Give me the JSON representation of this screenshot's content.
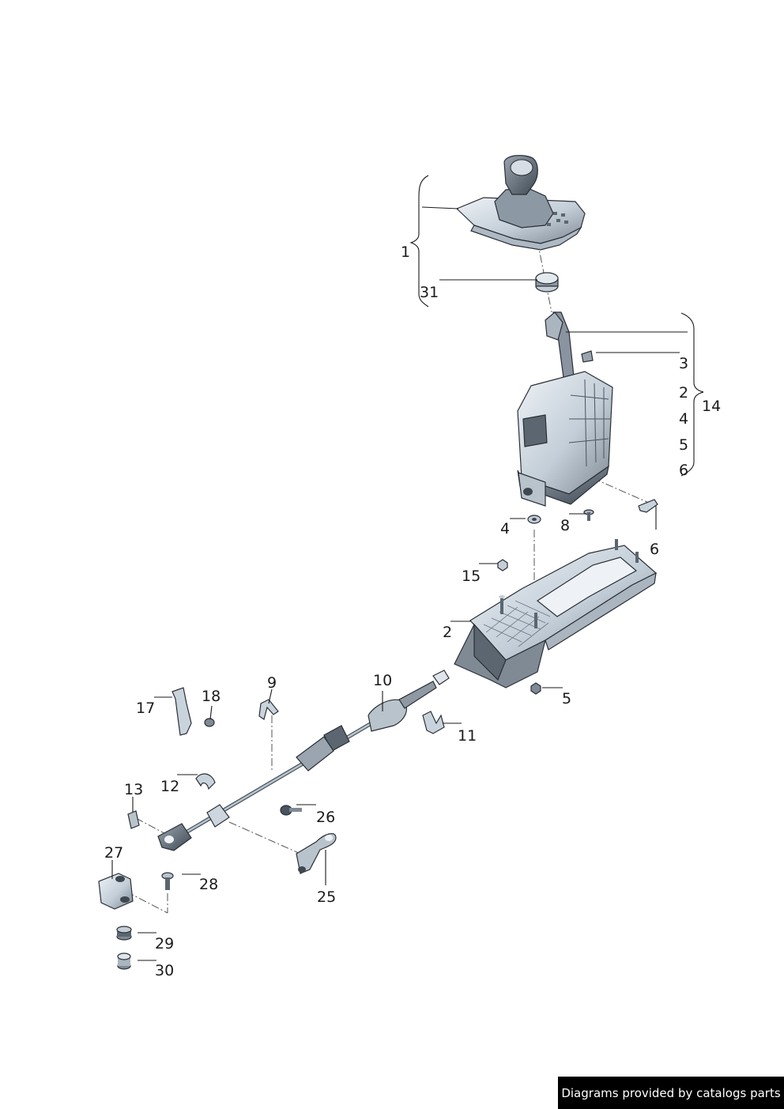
{
  "diagram": {
    "callouts": [
      {
        "id": "c1",
        "text": "1"
      },
      {
        "id": "c31",
        "text": "31"
      },
      {
        "id": "c3",
        "text": "3"
      },
      {
        "id": "c2a",
        "text": "2"
      },
      {
        "id": "c4a",
        "text": "4"
      },
      {
        "id": "c5a",
        "text": "5"
      },
      {
        "id": "c6a",
        "text": "6"
      },
      {
        "id": "c14",
        "text": "14"
      },
      {
        "id": "c4b",
        "text": "4"
      },
      {
        "id": "c8",
        "text": "8"
      },
      {
        "id": "c6b",
        "text": "6"
      },
      {
        "id": "c15",
        "text": "15"
      },
      {
        "id": "c2b",
        "text": "2"
      },
      {
        "id": "c5b",
        "text": "5"
      },
      {
        "id": "c9",
        "text": "9"
      },
      {
        "id": "c10",
        "text": "10"
      },
      {
        "id": "c11",
        "text": "11"
      },
      {
        "id": "c17",
        "text": "17"
      },
      {
        "id": "c18",
        "text": "18"
      },
      {
        "id": "c12",
        "text": "12"
      },
      {
        "id": "c13",
        "text": "13"
      },
      {
        "id": "c26",
        "text": "26"
      },
      {
        "id": "c27",
        "text": "27"
      },
      {
        "id": "c28",
        "text": "28"
      },
      {
        "id": "c25",
        "text": "25"
      },
      {
        "id": "c29",
        "text": "29"
      },
      {
        "id": "c30",
        "text": "30"
      }
    ]
  },
  "footer": {
    "text": "Diagrams provided by catalogs parts"
  },
  "colors": {
    "part_fill": "#c9d3dc",
    "part_dark": "#5b6670",
    "part_light": "#e8edf2",
    "line": "#1a1a1a"
  }
}
